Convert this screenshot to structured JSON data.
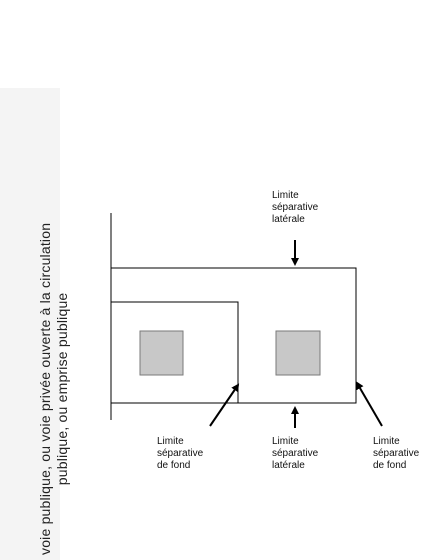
{
  "street": {
    "line1": "voie publique, ou voie privée ouverte à la circulation",
    "line2": "publique, ou emprise publique"
  },
  "labels": {
    "top_lateral": "Limite\nséparative\nlatérale",
    "bottom_fond_left": "Limite\nséparative\nde fond",
    "bottom_lateral": "Limite\nséparative\nlatérale",
    "bottom_fond_right": "Limite\nséparative\nde fond"
  },
  "colors": {
    "line": "#000000",
    "building_fill": "#c8c8c8",
    "building_stroke": "#7a7a7a",
    "street_band": "#f4f4f4"
  }
}
